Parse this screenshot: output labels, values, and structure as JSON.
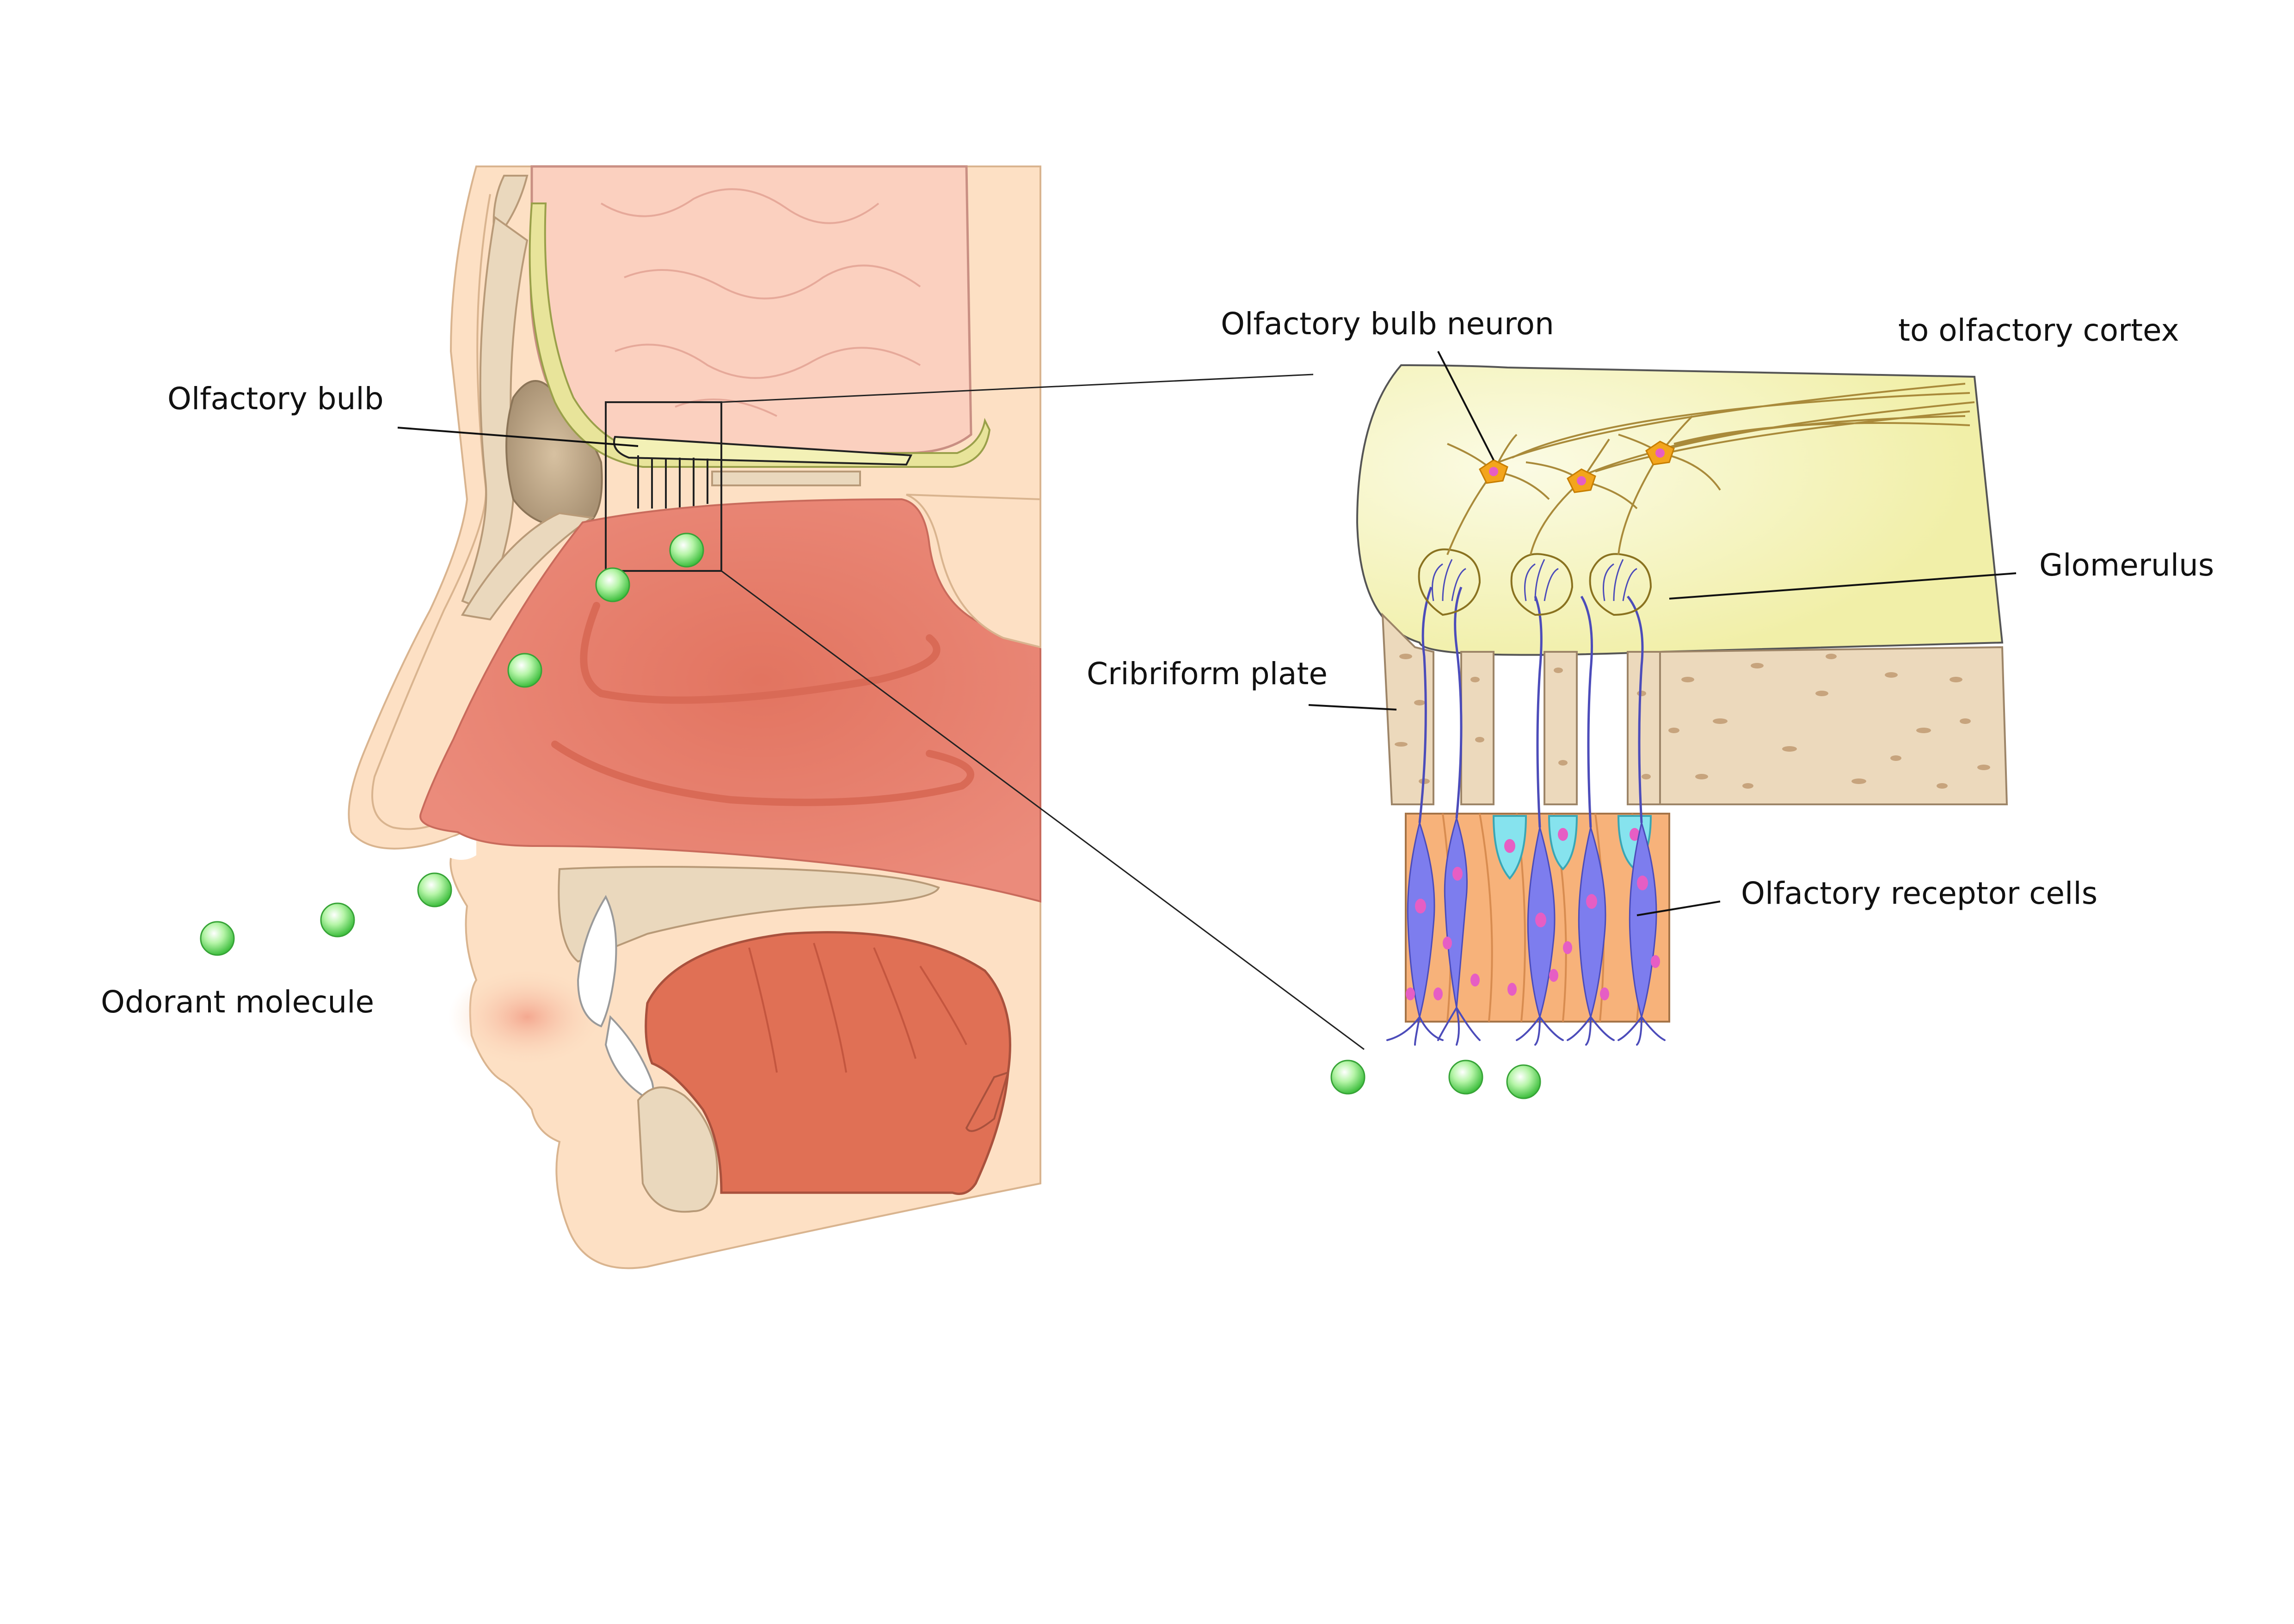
{
  "labels": {
    "olfactory_bulb": "Olfactory bulb",
    "odorant_molecule": "Odorant molecule",
    "olfactory_bulb_neuron": "Olfactory bulb neuron",
    "to_olfactory_cortex": "to olfactory cortex",
    "glomerulus": "Glomerulus",
    "cribriform_plate": "Cribriform plate",
    "olfactory_receptor_cells": "Olfactory receptor cells"
  },
  "colors": {
    "skin": "#fde0c4",
    "skin_outline": "#d9b48f",
    "brain": "#fbd0bf",
    "bone_fill": "#ead8bd",
    "bone_spots": "#c9a886",
    "nasal_cavity": "#e6806f",
    "turbinate": "#d96a56",
    "tongue": "#e07055",
    "bulb_yellow": "#f3f1b6",
    "bulb_outline": "#9aa04a",
    "neuron": "#f3a51c",
    "neuron_nucleus": "#e65ec4",
    "receptor_cell": "#7d7dee",
    "support_cell": "#f7b27a",
    "basal_cyan": "#86e3ee",
    "odorant": "#6ee06e",
    "nerve_fiber": "#a98a3a"
  }
}
